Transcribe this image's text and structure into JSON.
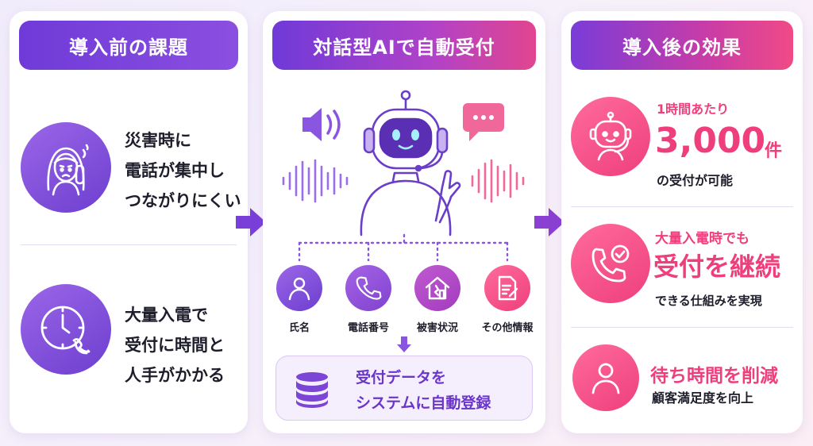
{
  "left": {
    "title": "導入前の課題",
    "issue1": [
      "災害時に",
      "電話が集中し",
      "つながりにくい"
    ],
    "issue2": [
      "大量入電で",
      "受付に時間と",
      "人手がかかる"
    ]
  },
  "middle": {
    "title": "対話型AIで自動受付",
    "items": [
      {
        "label": "氏名",
        "icon": "person-icon"
      },
      {
        "label": "電話番号",
        "icon": "phone-icon"
      },
      {
        "label": "被害状況",
        "icon": "damaged-house-icon"
      },
      {
        "label": "その他情報",
        "icon": "document-icon"
      }
    ],
    "database": [
      "受付データを",
      "システムに自動登録"
    ]
  },
  "right": {
    "title": "導入後の効果",
    "effect1": {
      "prefix": "1時間あたり",
      "number": "3,000",
      "unit": "件",
      "suffix": "の受付が可能"
    },
    "effect2": {
      "highlight_top": "大量入電時でも",
      "highlight_main": "受付を継続",
      "suffix": "できる仕組みを実現"
    },
    "effect3": {
      "highlight": "待ち時間を削減",
      "suffix": "顧客満足度を向上"
    }
  },
  "colors": {
    "purple": "#6f3ad8",
    "pink": "#ee3f7c"
  }
}
